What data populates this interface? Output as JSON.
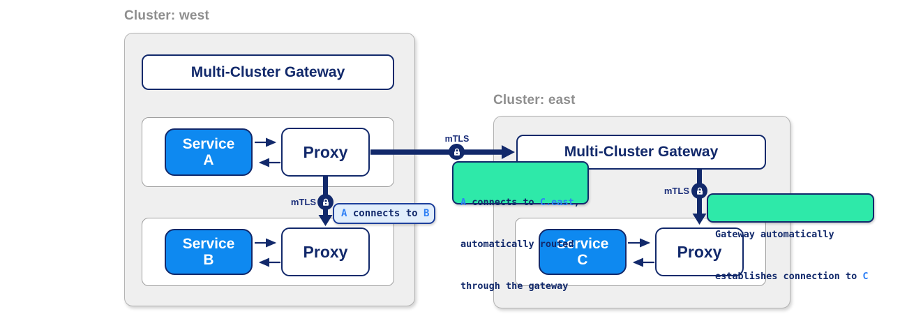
{
  "diagram": {
    "west": {
      "title": "Cluster: west",
      "gateway_label": "Multi-Cluster Gateway",
      "service_a": {
        "name": "Service",
        "letter": "A"
      },
      "service_b": {
        "name": "Service",
        "letter": "B"
      },
      "proxy_label": "Proxy"
    },
    "east": {
      "title": "Cluster: east",
      "gateway_label": "Multi-Cluster Gateway",
      "service_c": {
        "name": "Service",
        "letter": "C"
      },
      "proxy_label": "Proxy"
    },
    "mtls_label": "mTLS",
    "callouts": {
      "a_to_b": {
        "p1": "A",
        "p2": " connects to ",
        "p3": "B"
      },
      "a_to_c": {
        "l1p1": "A",
        "l1p2": " connects to ",
        "l1p3": "C.east",
        "l1p4": ",",
        "l2": "automatically routed",
        "l3": "through the gateway"
      },
      "gw_to_c": {
        "l1": "Gateway automatically",
        "l2p1": "establishes connection to ",
        "l2p2": "C"
      }
    },
    "colors": {
      "navy": "#12296b",
      "service_blue": "#0e89f0",
      "accent_blue": "#2f80f5",
      "callout_green": "#2ee9a9",
      "callout_blue_bg": "#e1eefc",
      "callout_blue_border": "#1d3f9b",
      "cluster_bg": "#efefef",
      "cluster_border": "#b3b3b3",
      "group_border": "#9e9e9e",
      "title_gray": "#8e8e8e",
      "white": "#ffffff"
    }
  }
}
